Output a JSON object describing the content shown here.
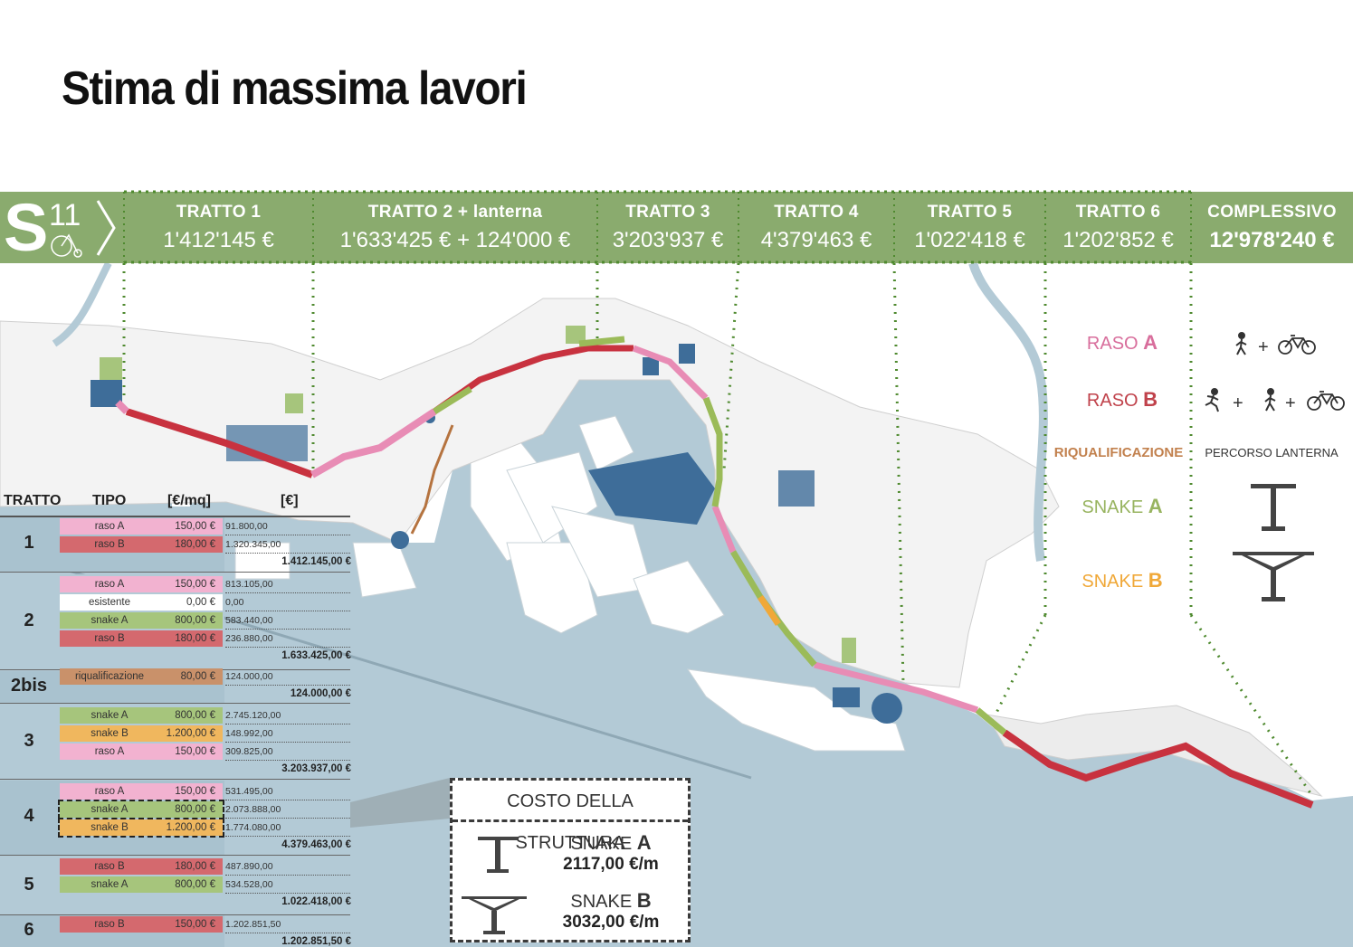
{
  "title": "Stima di massima lavori",
  "logo": {
    "letter": "S",
    "number": "11",
    "icon": "penny-farthing-bicycle-icon"
  },
  "segments": [
    {
      "label": "TRATTO 1",
      "cost": "1'412'145 €"
    },
    {
      "label": "TRATTO 2 + lanterna",
      "cost": "1'633'425 € + 124'000 €"
    },
    {
      "label": "TRATTO 3",
      "cost": "3'203'937 €"
    },
    {
      "label": "TRATTO 4",
      "cost": "4'379'463 €"
    },
    {
      "label": "TRATTO 5",
      "cost": "1'022'418 €"
    },
    {
      "label": "TRATTO 6",
      "cost": "1'202'852 €"
    },
    {
      "label": "COMPLESSIVO",
      "cost": "12'978'240 €"
    }
  ],
  "table": {
    "headers": {
      "tratto": "TRATTO",
      "tipo": "TIPO",
      "unit": "[€/mq]",
      "total": "[€]"
    },
    "groups": [
      {
        "num": "1",
        "total": "1.412.145,00 €",
        "rows": [
          {
            "type": "raso A",
            "price": "150,00 €",
            "value": "91.800,00",
            "color": "#f2b2d0"
          },
          {
            "type": "raso B",
            "price": "180,00 €",
            "value": "1.320.345,00",
            "color": "#d4696e"
          }
        ]
      },
      {
        "num": "2",
        "total": "1.633.425,00 €",
        "rows": [
          {
            "type": "raso A",
            "price": "150,00 €",
            "value": "813.105,00",
            "color": "#f2b2d0"
          },
          {
            "type": "esistente",
            "price": "0,00 €",
            "value": "0,00",
            "color": "#ffffff"
          },
          {
            "type": "snake A",
            "price": "800,00 €",
            "value": "583.440,00",
            "color": "#a6c57c"
          },
          {
            "type": "raso B",
            "price": "180,00 €",
            "value": "236.880,00",
            "color": "#d4696e"
          }
        ]
      },
      {
        "num": "2bis",
        "total": "124.000,00 €",
        "rows": [
          {
            "type": "riqualificazione",
            "price": "80,00 €",
            "value": "124.000,00",
            "color": "#c9916a"
          }
        ]
      },
      {
        "num": "3",
        "total": "3.203.937,00 €",
        "rows": [
          {
            "type": "snake A",
            "price": "800,00 €",
            "value": "2.745.120,00",
            "color": "#a6c57c"
          },
          {
            "type": "snake B",
            "price": "1.200,00 €",
            "value": "148.992,00",
            "color": "#f0b75e"
          },
          {
            "type": "raso A",
            "price": "150,00 €",
            "value": "309.825,00",
            "color": "#f2b2d0"
          }
        ]
      },
      {
        "num": "4",
        "total": "4.379.463,00 €",
        "rows": [
          {
            "type": "raso A",
            "price": "150,00 €",
            "value": "531.495,00",
            "color": "#f2b2d0"
          },
          {
            "type": "snake A",
            "price": "800,00 €",
            "value": "2.073.888,00",
            "color": "#a6c57c"
          },
          {
            "type": "snake B",
            "price": "1.200,00 €",
            "value": "1.774.080,00",
            "color": "#f0b75e"
          }
        ]
      },
      {
        "num": "5",
        "total": "1.022.418,00 €",
        "rows": [
          {
            "type": "raso B",
            "price": "180,00 €",
            "value": "487.890,00",
            "color": "#d4696e"
          },
          {
            "type": "snake A",
            "price": "800,00 €",
            "value": "534.528,00",
            "color": "#a6c57c"
          }
        ]
      },
      {
        "num": "6",
        "total": "1.202.851,50 €",
        "rows": [
          {
            "type": "raso B",
            "price": "150,00 €",
            "value": "1.202.851,50",
            "color": "#d4696e"
          }
        ]
      }
    ]
  },
  "legend": {
    "raso_a": {
      "word": "RASO",
      "letter": "A"
    },
    "raso_b": {
      "word": "RASO",
      "letter": "B"
    },
    "riqualificazione": "RIQUALIFICAZIONE",
    "snake_a": {
      "word": "SNAKE",
      "letter": "A"
    },
    "snake_b": {
      "word": "SNAKE",
      "letter": "B"
    },
    "percorso": "PERCORSO LANTERNA",
    "plus": "+",
    "icons": [
      "pedestrian-icon",
      "bicycle-icon",
      "runner-icon",
      "single-column-section-icon",
      "double-cantilever-section-icon"
    ]
  },
  "cost_box": {
    "title": "COSTO DELLA STRUTTURA",
    "a": {
      "word": "SNAKE",
      "letter": "A",
      "value": "2117,00 €/m"
    },
    "b": {
      "word": "SNAKE",
      "letter": "B",
      "value": "3032,00 €/m"
    }
  },
  "colors": {
    "band": "#8aab6e",
    "sea": "#b3cad6",
    "raso_a": "#e88cb5",
    "raso_b": "#c8323f",
    "snake_a": "#9bbb59",
    "snake_b": "#f0a838",
    "riqualificazione": "#b5733f",
    "blue_blocks": "#3e6d99"
  }
}
